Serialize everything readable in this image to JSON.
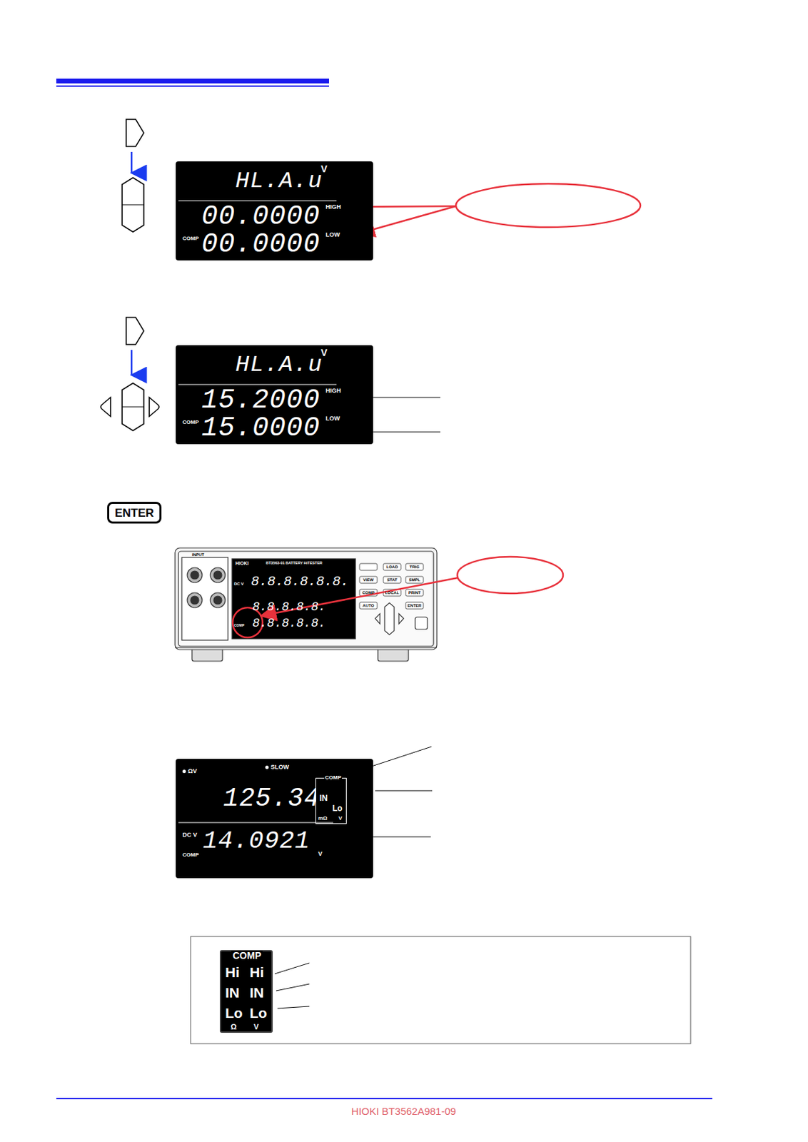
{
  "diagram": {
    "nodes": [
      {
        "text": [
          "HL.A.u",
          "V",
          "00.0000",
          "HIGH",
          "COMP",
          "00.0000",
          "LOW"
        ]
      },
      {
        "text": [
          "HL.A.u",
          "V",
          "15.2000",
          "HIGH",
          "COMP",
          "15.0000",
          "LOW"
        ]
      },
      {
        "text": [
          "ENTER"
        ]
      },
      {
        "text": [
          "ΩV",
          "SLOW",
          "125.34",
          "mΩ",
          "DC V",
          "14.0921",
          "V",
          "COMP"
        ]
      },
      {
        "text": [
          "COMP",
          "IN",
          "Lo",
          "mΩ",
          "V"
        ],
        "in": 3
      },
      {
        "text": [
          "COMP",
          "Hi",
          "Hi",
          "IN",
          "IN",
          "Lo",
          "Lo",
          "Ω",
          "V"
        ]
      }
    ],
    "labels": [
      "HIOKI",
      "BT3563-01 BATTERY HiTESTER",
      "DC V",
      "8.8.8.8.8.8.",
      "8.8.8.8.8.",
      "8.8.8.8.8.",
      "COMP",
      "INPUT",
      "LOAD",
      "TRIG",
      "VIEW",
      "STAT",
      "SMPL",
      "COMP",
      "LOCAL",
      "PRINT",
      "AUTO",
      "ENTER",
      "HIOKI BT3562A981-09"
    ]
  }
}
